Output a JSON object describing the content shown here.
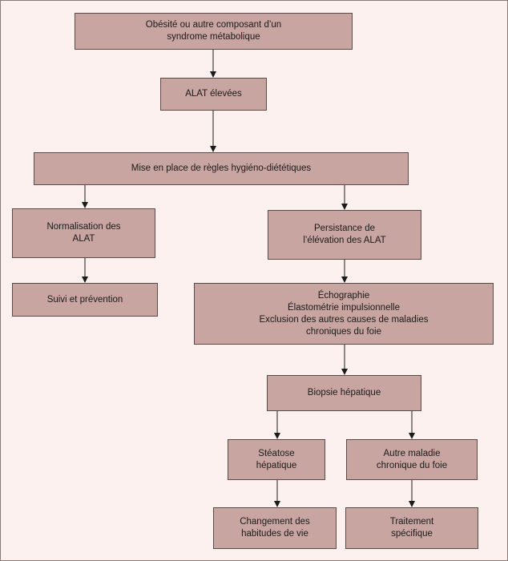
{
  "nodes": {
    "obesite": [
      "Obésité ou autre composant d’un",
      "syndrome métabolique"
    ],
    "alat_elevees": [
      "ALAT élevées"
    ],
    "regles": [
      "Mise en place de règles hygiéno-diététiques"
    ],
    "normalisation": [
      "Normalisation des",
      "ALAT"
    ],
    "persistance": [
      "Persistance de",
      "l’élévation des ALAT"
    ],
    "suivi": [
      "Suivi et prévention"
    ],
    "echographie": [
      "Échographie",
      "Élastométrie impulsionnelle",
      "Exclusion des autres causes de maladies",
      "chroniques du foie"
    ],
    "biopsie": [
      "Biopsie hépatique"
    ],
    "steatose": [
      "Stéatose",
      "hépatique"
    ],
    "autre_maladie": [
      "Autre maladie",
      "chronique du foie"
    ],
    "changement": [
      "Changement des",
      "habitudes de vie"
    ],
    "traitement": [
      "Traitement",
      "spécifique"
    ]
  },
  "colors": {
    "background": "#fcf1ee",
    "box_fill": "#c9a5a2",
    "box_border": "#5a4a48",
    "arrow": "#1a1a1a"
  }
}
